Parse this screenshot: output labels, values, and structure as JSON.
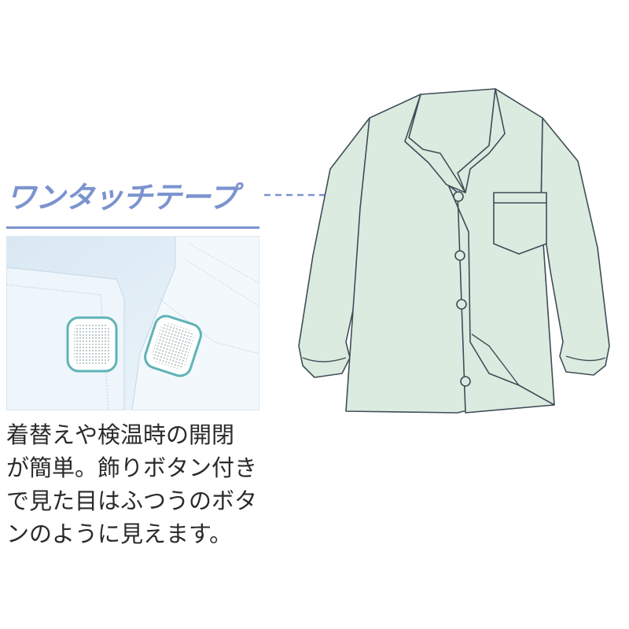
{
  "feature": {
    "title": "ワンタッチテープ",
    "description_lines": [
      "着替えや検温時の開閉",
      "が簡単。飾りボタン付き",
      "で見た目はふつうのボタ",
      "ンのように見えます。"
    ]
  },
  "colors": {
    "accent": "#7b93cf",
    "shirt_fill": "#dcebe0",
    "shirt_stroke": "#3f4d57",
    "inset_bg": "#e3eef6",
    "tape_teal": "#5fb3b6"
  },
  "icons": {
    "tape_closure": "velcro-tab-icon"
  }
}
